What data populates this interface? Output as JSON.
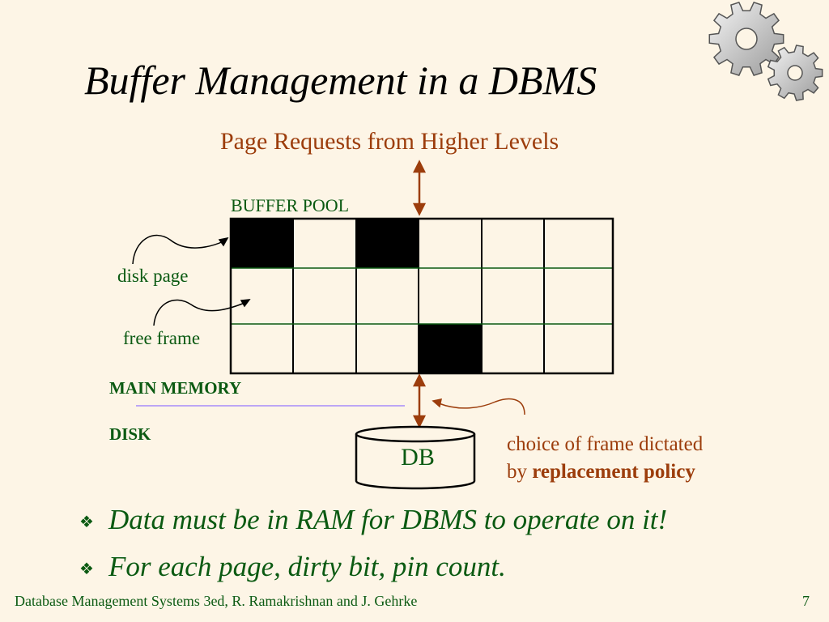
{
  "slide": {
    "title": "Buffer Management in a DBMS",
    "page_number": "7",
    "footer": "Database Management Systems 3ed,  R. Ramakrishnan and J. Gehrke"
  },
  "diagram": {
    "requests_label": "Page Requests from Higher Levels",
    "buffer_pool_label": "BUFFER POOL",
    "disk_page_label": "disk page",
    "free_frame_label": "free frame",
    "main_memory_label": "MAIN MEMORY",
    "disk_label": "DISK",
    "db_label": "DB",
    "policy_line1": "choice of frame dictated",
    "policy_by": "by ",
    "policy_bold": "replacement policy",
    "pool_grid": {
      "rows": 3,
      "cols": 6,
      "filled_cells": [
        [
          0,
          0
        ],
        [
          0,
          2
        ],
        [
          2,
          3
        ]
      ]
    }
  },
  "bullets": [
    "Data must be in RAM for DBMS to operate on it!",
    "For each page, dirty bit, pin count."
  ],
  "icons": {
    "bullet": "diamond-bullet-icon",
    "decoration": "gears-icon"
  },
  "colors": {
    "background": "#fdf5e6",
    "label_green": "#0b5a12",
    "accent_brown": "#9c3d0c",
    "divider_purple": "#a78bfa",
    "cell_fill": "#000000"
  }
}
